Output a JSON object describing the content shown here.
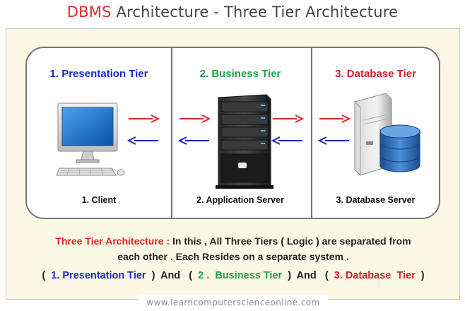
{
  "title": {
    "accent": "DBMS",
    "rest": " Architecture - Three Tier Architecture"
  },
  "tiers": [
    {
      "number": "1.",
      "name": "Presentation Tier",
      "label": "1. Client",
      "color": "#1a26c8"
    },
    {
      "number": "2.",
      "name": "Business  Tier",
      "label": "2.  Application  Server",
      "color": "#1fa34a"
    },
    {
      "number": "3.",
      "name": "Database Tier",
      "label": "3.  Database  Server",
      "color": "#c8202a"
    }
  ],
  "colors": {
    "arrow_right": "#e8232a",
    "arrow_left": "#1a26c8",
    "panel_border": "#777777",
    "background": "#fbf8e6"
  },
  "icons": [
    "desktop-computer-icon",
    "server-tower-icon",
    "database-server-icon"
  ],
  "description": {
    "lead": "Three Tier Architecture  :",
    "line1_rest": "  In this ,  All  Three  Tiers ( Logic )  are separated  from",
    "line2": "each other .  Each  Resides  on  a separate  system ."
  },
  "summary": {
    "open1": "(  ",
    "t1": "1. Presentation Tier",
    "mid1": "  )  And   (  ",
    "t2": "2 .  Business Tier",
    "mid2": "  )  And   (  ",
    "t3": "3. Database  Tier",
    "close": "  )"
  },
  "footer": "www.learncomputerscienceonline.com"
}
